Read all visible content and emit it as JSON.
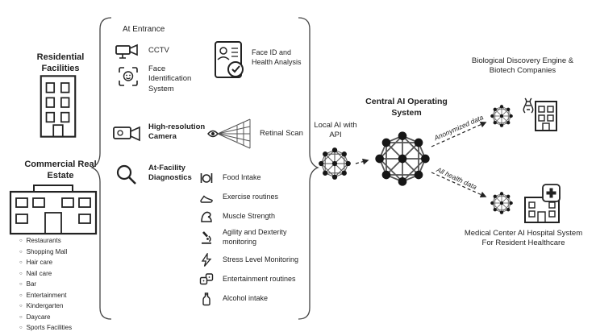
{
  "canvas": {
    "background": "#ffffff",
    "ink": "#1f1f1f"
  },
  "left": {
    "residential_label": "Residential Facilities",
    "commercial_label": "Commercial Real Estate",
    "bullet": "○",
    "amenities": [
      "Restaurants",
      "Shopping Mall",
      "Hair care",
      "Nail care",
      "Bar",
      "Entertainment",
      "Kindergarten",
      "Daycare",
      "Sports Facilities"
    ]
  },
  "capture": {
    "at_entrance": "At Entrance",
    "cctv": "CCTV",
    "face_id_system": "Face Identification System",
    "face_id_health": "Face ID and Health Analysis",
    "camera": "High-resolution Camera",
    "retinal": "Retinal Scan",
    "diagnostics_header": "At-Facility Diagnostics",
    "diagnostics": [
      {
        "icon": "food-intake-icon",
        "label": "Food Intake"
      },
      {
        "icon": "exercise-icon",
        "label": "Exercise routines"
      },
      {
        "icon": "muscle-icon",
        "label": "Muscle Strength"
      },
      {
        "icon": "agility-icon",
        "label": "Agility and Dexterity monitoring"
      },
      {
        "icon": "stress-icon",
        "label": "Stress Level Monitoring"
      },
      {
        "icon": "entertainment-icon",
        "label": "Entertainment routines"
      },
      {
        "icon": "alcohol-icon",
        "label": "Alcohol intake"
      }
    ]
  },
  "ai": {
    "local": "Local AI with API",
    "central": "Central AI Operating System",
    "anonymized": "Anonymized data",
    "all_health": "All health data"
  },
  "destinations": {
    "biotech": "Biological Discovery Engine & Biotech Companies",
    "medical": "Medical Center AI Hospital System For Resident Healthcare"
  }
}
